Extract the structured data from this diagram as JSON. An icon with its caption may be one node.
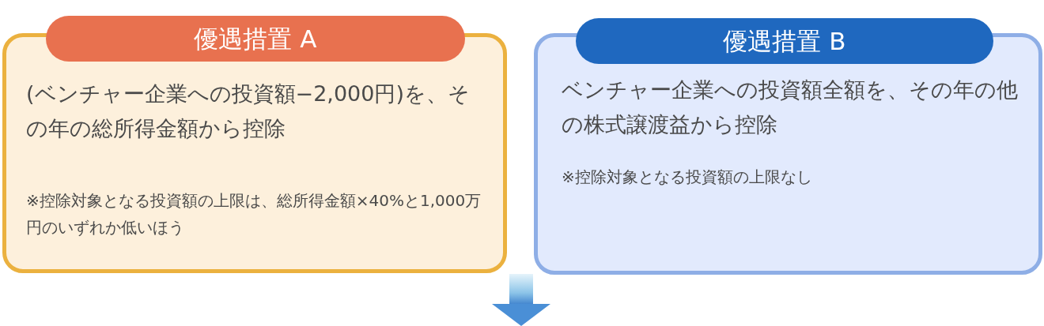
{
  "diagram": {
    "nodes": [
      {
        "text": [
          "優遇措置 A",
          "(ベンチャー企業への投資額−2,000円)を、その年の総所得金額から控除",
          "※控除対象となる投資額の上限は、総所得金額×40%と1,000万円のいずれか低いほう"
        ]
      },
      {
        "text": [
          "優遇措置 B",
          "ベンチャー企業への投資額全額を、その年の他の株式譲渡益から控除",
          "※控除対象となる投資額の上限なし"
        ]
      }
    ]
  }
}
